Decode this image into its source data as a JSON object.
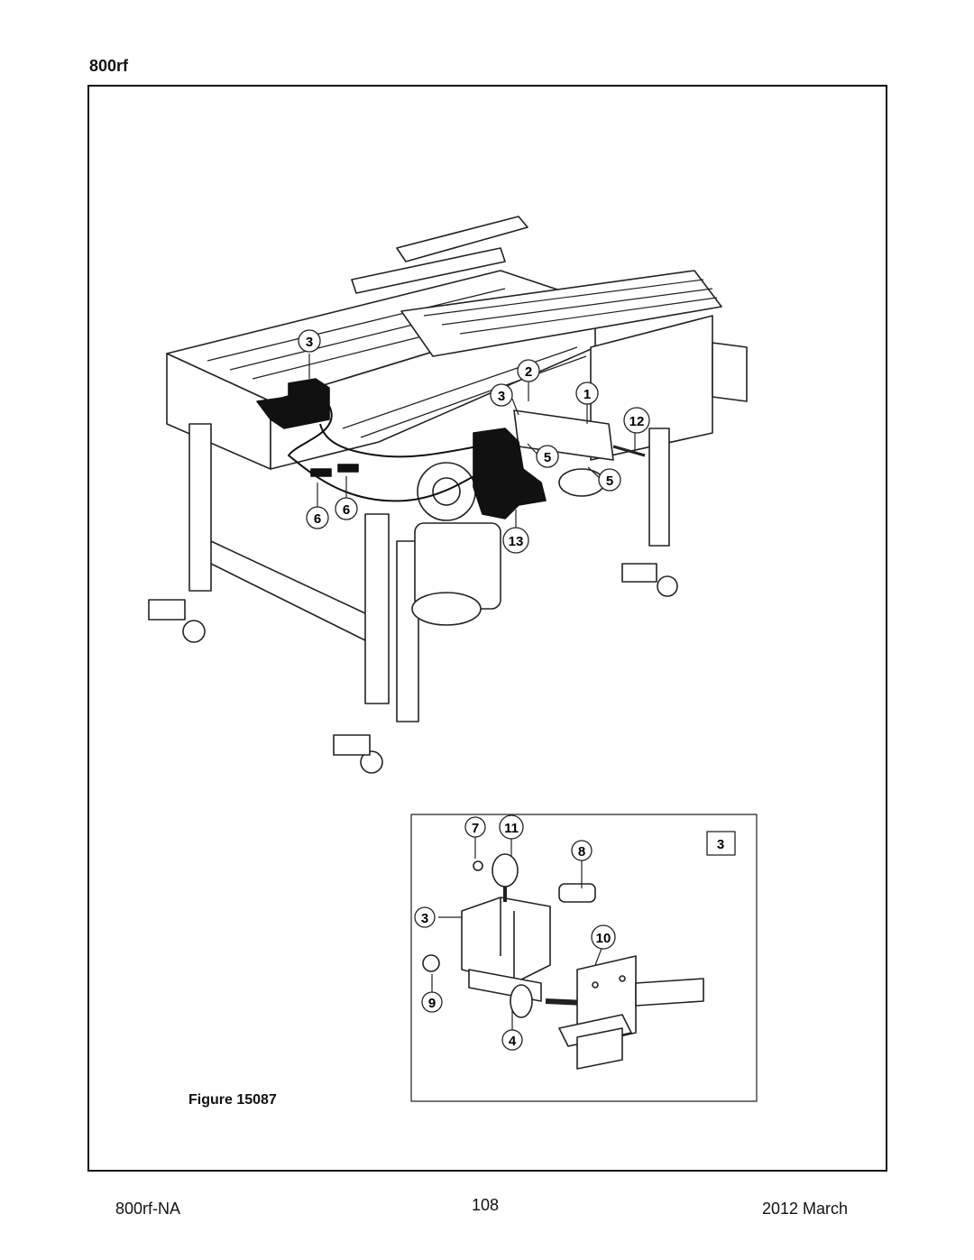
{
  "header": {
    "model": "800rf"
  },
  "figure": {
    "caption": "Figure 15087",
    "main_callouts": [
      "3",
      "2",
      "3",
      "1",
      "12",
      "5",
      "5",
      "6",
      "6",
      "13"
    ],
    "inset_label": "3",
    "inset_callouts": [
      "7",
      "11",
      "8",
      "3",
      "10",
      "9",
      "4"
    ]
  },
  "footer": {
    "document": "800rf-NA",
    "page": "108",
    "date": "2012 March"
  }
}
